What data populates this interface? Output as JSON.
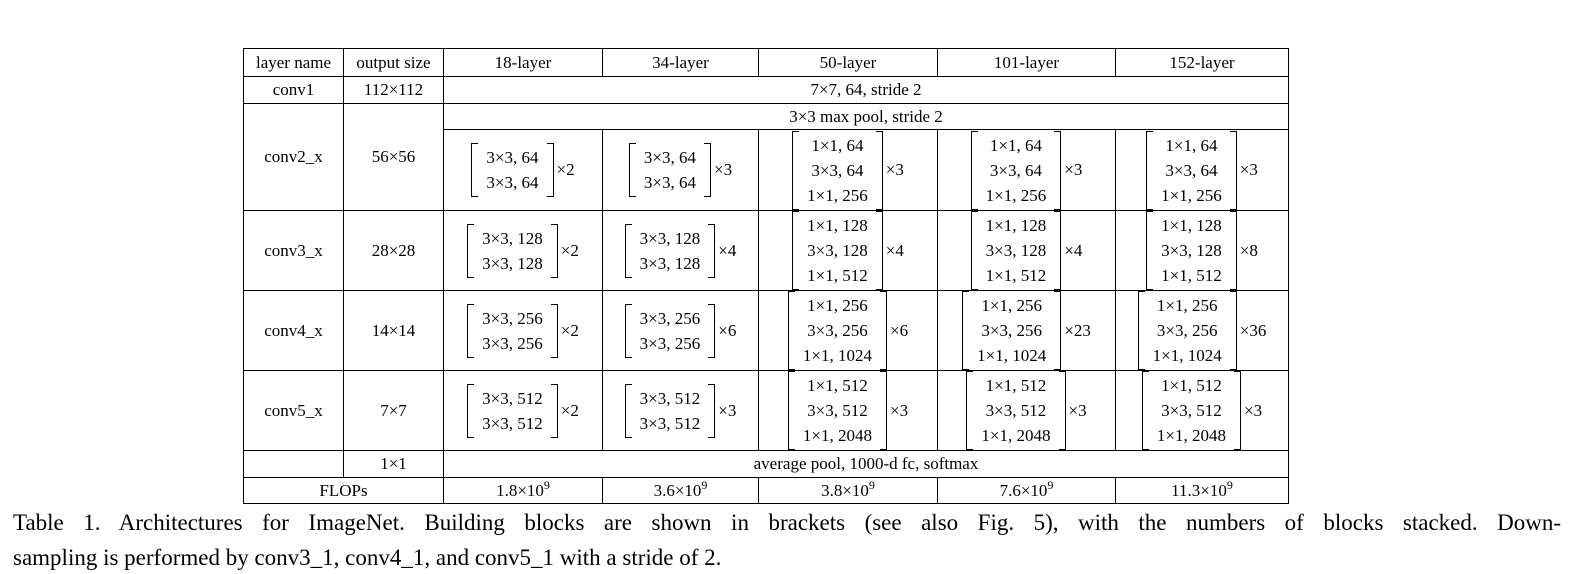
{
  "table": {
    "header": {
      "layer_name": "layer name",
      "output_size": "output size",
      "columns": [
        "18-layer",
        "34-layer",
        "50-layer",
        "101-layer",
        "152-layer"
      ]
    },
    "conv1": {
      "name": "conv1",
      "output": "112×112",
      "spec": "7×7, 64, stride 2"
    },
    "maxpool_spec": "3×3 max pool, stride 2",
    "conv_rows": [
      {
        "name": "conv2_x",
        "output": "56×56",
        "cells": [
          {
            "lines": [
              "3×3, 64",
              "3×3, 64"
            ],
            "mult": "×2"
          },
          {
            "lines": [
              "3×3, 64",
              "3×3, 64"
            ],
            "mult": "×3"
          },
          {
            "lines": [
              "1×1, 64",
              "3×3, 64",
              "1×1, 256"
            ],
            "mult": "×3"
          },
          {
            "lines": [
              "1×1, 64",
              "3×3, 64",
              "1×1, 256"
            ],
            "mult": "×3"
          },
          {
            "lines": [
              "1×1, 64",
              "3×3, 64",
              "1×1, 256"
            ],
            "mult": "×3"
          }
        ]
      },
      {
        "name": "conv3_x",
        "output": "28×28",
        "cells": [
          {
            "lines": [
              "3×3, 128",
              "3×3, 128"
            ],
            "mult": "×2"
          },
          {
            "lines": [
              "3×3, 128",
              "3×3, 128"
            ],
            "mult": "×4"
          },
          {
            "lines": [
              "1×1, 128",
              "3×3, 128",
              "1×1, 512"
            ],
            "mult": "×4"
          },
          {
            "lines": [
              "1×1, 128",
              "3×3, 128",
              "1×1, 512"
            ],
            "mult": "×4"
          },
          {
            "lines": [
              "1×1, 128",
              "3×3, 128",
              "1×1, 512"
            ],
            "mult": "×8"
          }
        ]
      },
      {
        "name": "conv4_x",
        "output": "14×14",
        "cells": [
          {
            "lines": [
              "3×3, 256",
              "3×3, 256"
            ],
            "mult": "×2"
          },
          {
            "lines": [
              "3×3, 256",
              "3×3, 256"
            ],
            "mult": "×6"
          },
          {
            "lines": [
              "1×1, 256",
              "3×3, 256",
              "1×1, 1024"
            ],
            "mult": "×6"
          },
          {
            "lines": [
              "1×1, 256",
              "3×3, 256",
              "1×1, 1024"
            ],
            "mult": "×23"
          },
          {
            "lines": [
              "1×1, 256",
              "3×3, 256",
              "1×1, 1024"
            ],
            "mult": "×36"
          }
        ]
      },
      {
        "name": "conv5_x",
        "output": "7×7",
        "cells": [
          {
            "lines": [
              "3×3, 512",
              "3×3, 512"
            ],
            "mult": "×2"
          },
          {
            "lines": [
              "3×3, 512",
              "3×3, 512"
            ],
            "mult": "×3"
          },
          {
            "lines": [
              "1×1, 512",
              "3×3, 512",
              "1×1, 2048"
            ],
            "mult": "×3"
          },
          {
            "lines": [
              "1×1, 512",
              "3×3, 512",
              "1×1, 2048"
            ],
            "mult": "×3"
          },
          {
            "lines": [
              "1×1, 512",
              "3×3, 512",
              "1×1, 2048"
            ],
            "mult": "×3"
          }
        ]
      }
    ],
    "avgpool": {
      "output": "1×1",
      "spec": "average pool, 1000-d fc, softmax"
    },
    "flops": {
      "label": "FLOPs",
      "values": [
        {
          "base": "1.8×10",
          "exp": "9"
        },
        {
          "base": "3.6×10",
          "exp": "9"
        },
        {
          "base": "3.8×10",
          "exp": "9"
        },
        {
          "base": "7.6×10",
          "exp": "9"
        },
        {
          "base": "11.3×10",
          "exp": "9"
        }
      ]
    }
  },
  "caption": {
    "line1": "Table 1. Architectures for ImageNet. Building blocks are shown in brackets (see also Fig. 5), with the numbers of blocks stacked. Down-",
    "line2": "sampling is performed by conv3_1, conv4_1, and conv5_1 with a stride of 2."
  },
  "colors": {
    "text": "#000000",
    "background": "#ffffff",
    "rule": "#000000"
  }
}
